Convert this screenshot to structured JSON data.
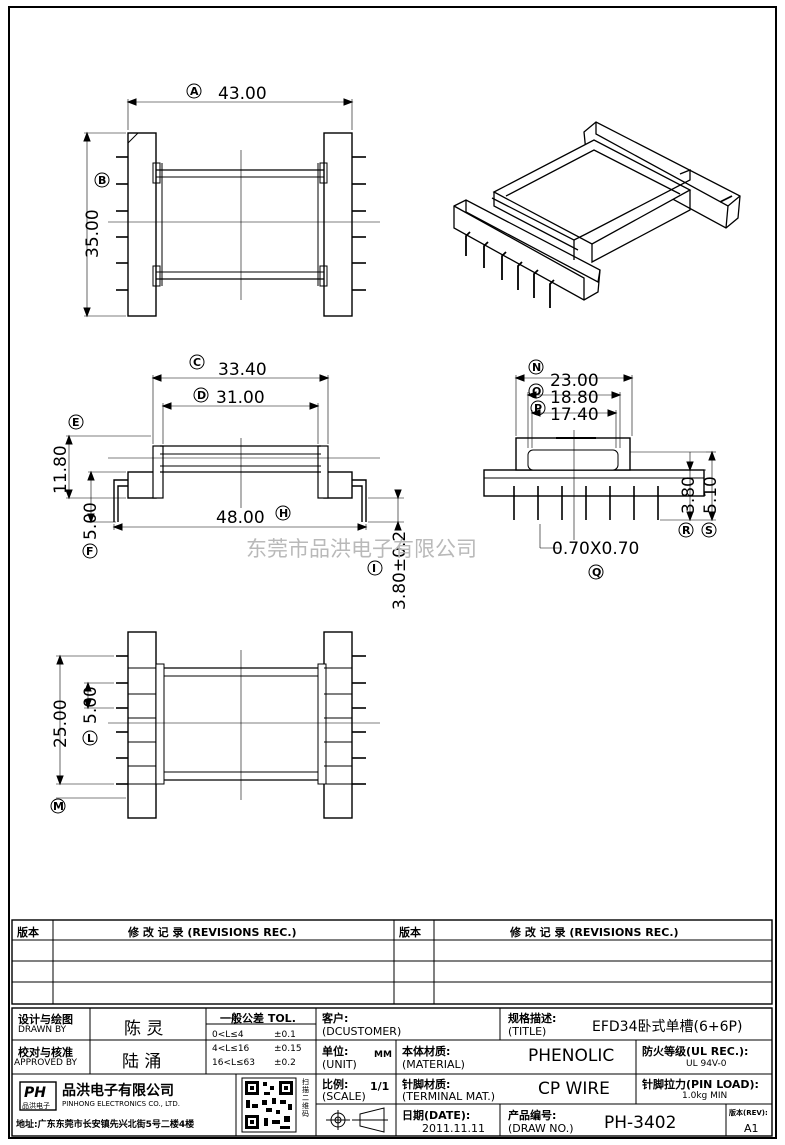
{
  "dimensions": {
    "a": "43.00",
    "b": "35.00",
    "c": "33.40",
    "d": "31.00",
    "e": "11.80",
    "f": "5.00",
    "h": "48.00",
    "i": "3.80±0.2",
    "n": "23.00",
    "o": "18.80",
    "p": "17.40",
    "r": "3.80",
    "s": "5.10",
    "q": "0.70X0.70",
    "k": "25.00",
    "l": "5.00"
  },
  "markers": {
    "a": "A",
    "b": "B",
    "c": "C",
    "d": "D",
    "e": "E",
    "f": "F",
    "h": "H",
    "i": "I",
    "n": "N",
    "o": "O",
    "p": "P",
    "q": "Q",
    "r": "R",
    "s": "S",
    "l": "L",
    "m": "M"
  },
  "watermark": "东莞市品洪电子有限公司",
  "revisions": {
    "col_version": "版本",
    "col_records": "修 改 记 录 (REVISIONS REC.)",
    "col_version2": "版本",
    "col_records2": "修 改 记 录 (REVISIONS REC.)"
  },
  "titleblock": {
    "designer_label_cn": "设计与绘图",
    "designer_label_en": "DRAWN BY",
    "designer": "陈 灵",
    "checker_label_cn": "校对与核准",
    "checker_label_en": "APPROVED BY",
    "checker": "陆 涌",
    "tol_title": "一般公差 TOL.",
    "tol_row1_range": "0<L≤4",
    "tol_row1_val": "±0.1",
    "tol_row2_range": "4<L≤16",
    "tol_row2_val": "±0.15",
    "tol_row3_range": "16<L≤63",
    "tol_row3_val": "±0.2",
    "customer_label_cn": "客户:",
    "customer_label_en": "(DCUSTOMER)",
    "unit_label_cn": "单位:",
    "unit_label_en": "(UNIT)",
    "unit": "MM",
    "scale_label_cn": "比例:",
    "scale_label_en": "(SCALE)",
    "scale": "1/1",
    "spec_label_cn": "规格描述:",
    "spec_label_en": "(TITLE)",
    "spec": "EFD34卧式单槽(6+6P)",
    "material_label_cn": "本体材质:",
    "material_label_en": "(MATERIAL)",
    "material": "PHENOLIC",
    "fire_label": "防火等级(UL REC.):",
    "fire": "UL 94V-0",
    "terminal_label_cn": "针脚材质:",
    "terminal_label_en": "(TERMINAL MAT.)",
    "terminal": "CP WIRE",
    "pinload_label": "针脚拉力(PIN LOAD):",
    "pinload": "1.0kg MIN",
    "date_label_cn": "日期(DATE):",
    "date": "2011.11.11",
    "drawno_label_cn": "产品编号:",
    "drawno_label_en": "(DRAW NO.)",
    "drawno": "PH-3402",
    "rev_label": "版本(REV):",
    "rev": "A1",
    "company_cn": "品洪电子有限公司",
    "company_en": "PINHONG ELECTRONICS CO., LTD.",
    "address": "地址:广东东莞市长安镇先兴北街5号二楼4楼",
    "logo_text": "PH",
    "logo_sub": "品洪电子",
    "qr_caption": "扫描二维码"
  }
}
